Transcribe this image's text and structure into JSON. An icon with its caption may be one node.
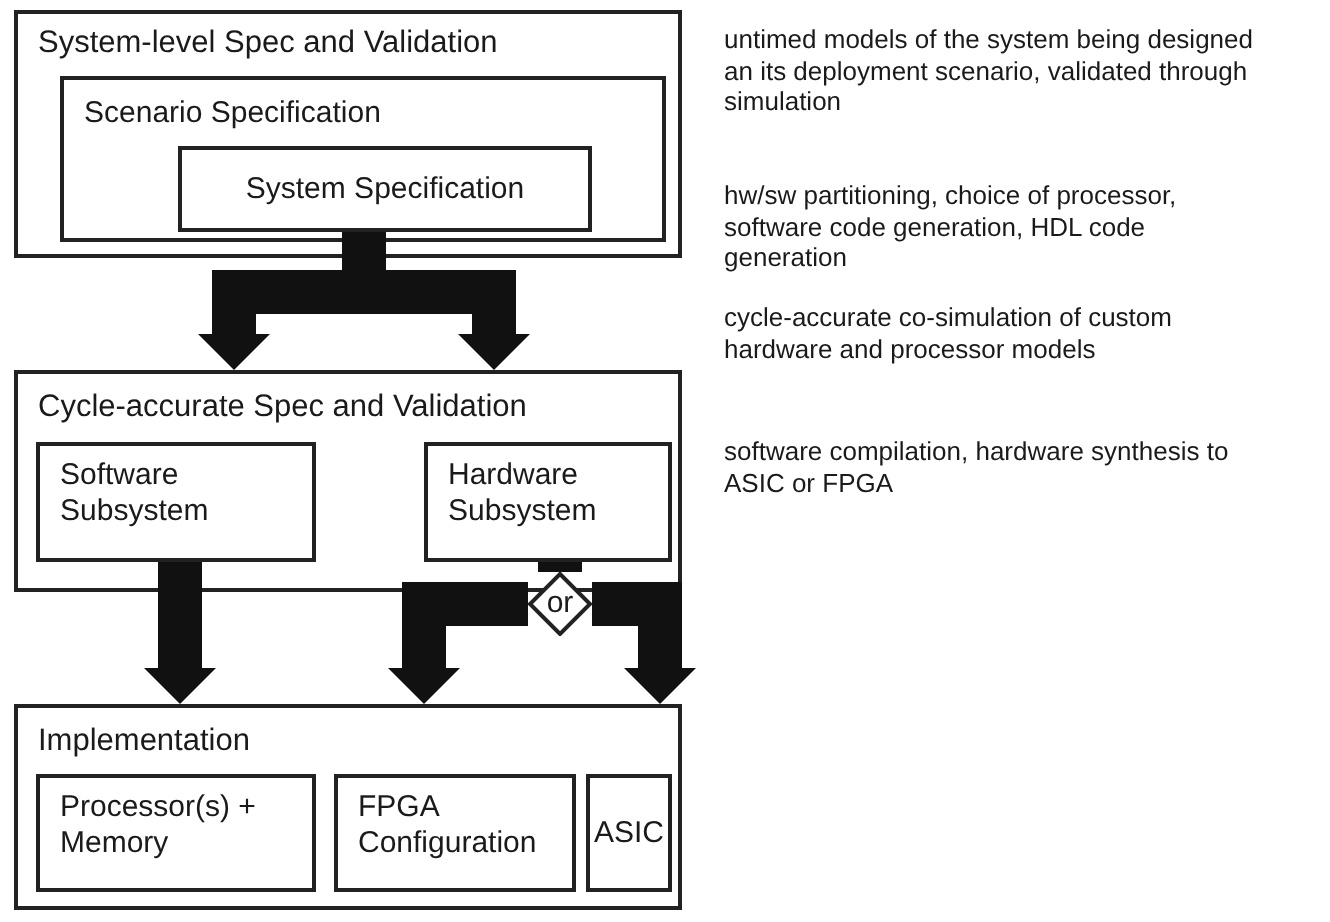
{
  "diagram": {
    "nodes": [
      {
        "text": [
          "System-level Spec and Validation"
        ]
      },
      {
        "text": [
          "Scenario Specification"
        ],
        "in": 0
      },
      {
        "text": [
          "System Specification"
        ],
        "in": 1
      },
      {
        "text": [
          "Cycle-accurate Spec and Validation"
        ]
      },
      {
        "text": [
          "Software Subsystem"
        ],
        "in": 3
      },
      {
        "text": [
          "Hardware Subsystem"
        ],
        "in": 3
      },
      {
        "text": [
          "or"
        ]
      },
      {
        "text": [
          "Implementation"
        ]
      },
      {
        "text": [
          "Processor(s) + Memory"
        ],
        "in": 7
      },
      {
        "text": [
          "FPGA Configuration"
        ],
        "in": 7
      },
      {
        "text": [
          "ASIC"
        ],
        "in": 7
      }
    ],
    "edges": [
      {
        "from": 2,
        "to": 3,
        "arrow": "to"
      },
      {
        "from": 2,
        "to": 3,
        "arrow": "to"
      },
      {
        "from": 4,
        "to": 7,
        "arrow": "to"
      },
      {
        "from": 5,
        "to": 6,
        "arrow": "none"
      },
      {
        "from": 6,
        "to": 7,
        "arrow": "to"
      },
      {
        "from": 6,
        "to": 7,
        "arrow": "to"
      }
    ],
    "labels": [
      "untimed models of the system being designed an its deployment scenario, validated through simulation",
      "hw/sw partitioning, choice of processor, software code generation, HDL code generation",
      "cycle-accurate co-simulation of custom hardware and processor models",
      "software compilation, hardware synthesis to ASIC or FPGA"
    ]
  }
}
